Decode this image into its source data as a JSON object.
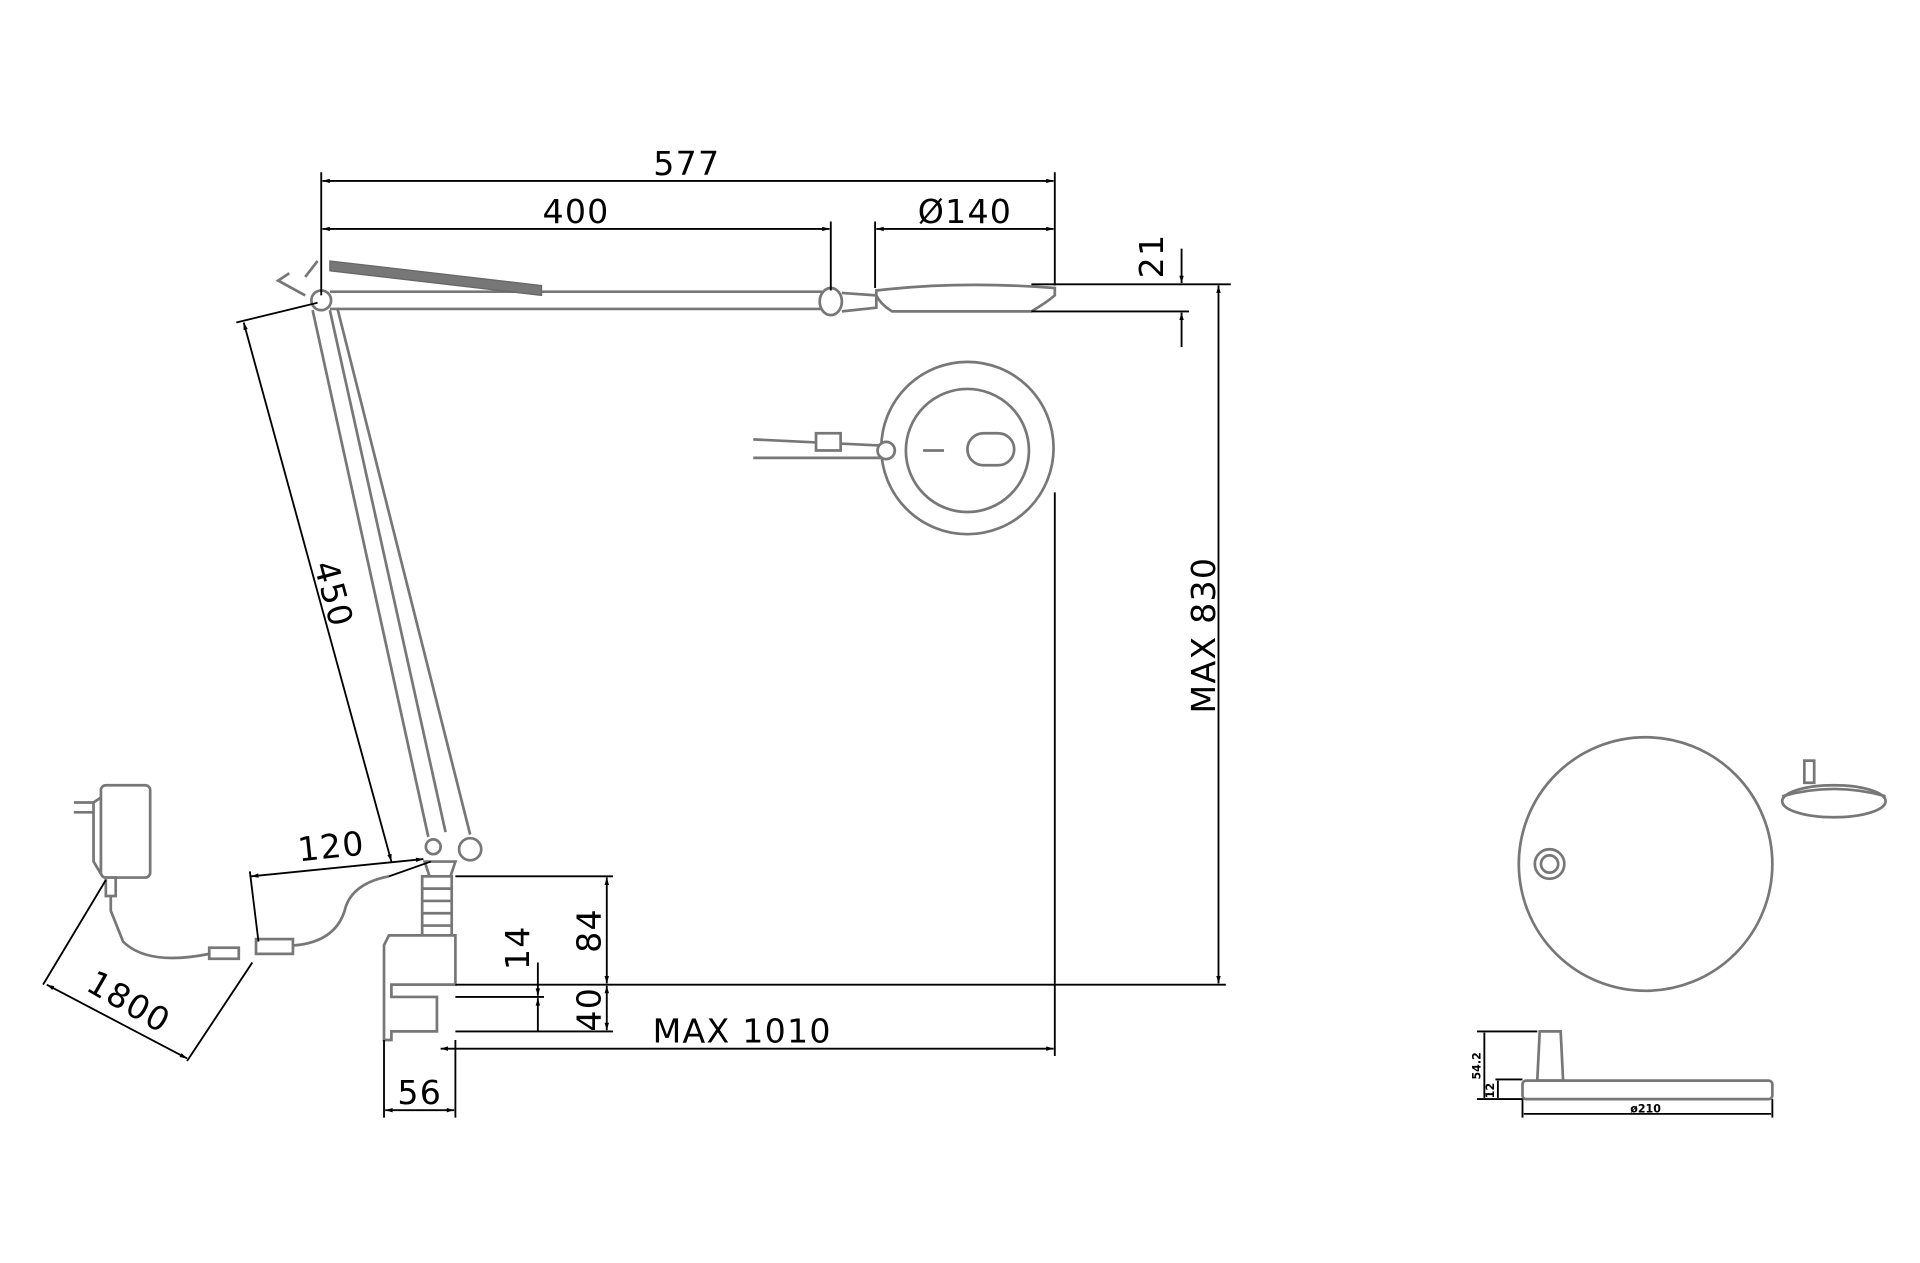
{
  "dimensions": {
    "total_reach": "577",
    "upper_arm": "400",
    "head_diameter": "Ø140",
    "head_thickness": "21",
    "max_height": "MAX 830",
    "lower_arm": "450",
    "joint_offset": "120",
    "cable_length": "1800",
    "clamp_height": "84",
    "clamp_gap": "14",
    "clamp_opening": "40",
    "max_reach": "MAX 1010",
    "clamp_width": "56"
  },
  "base_dimensions": {
    "total_height": "54.2",
    "plate_height": "12",
    "diameter": "ø210"
  }
}
